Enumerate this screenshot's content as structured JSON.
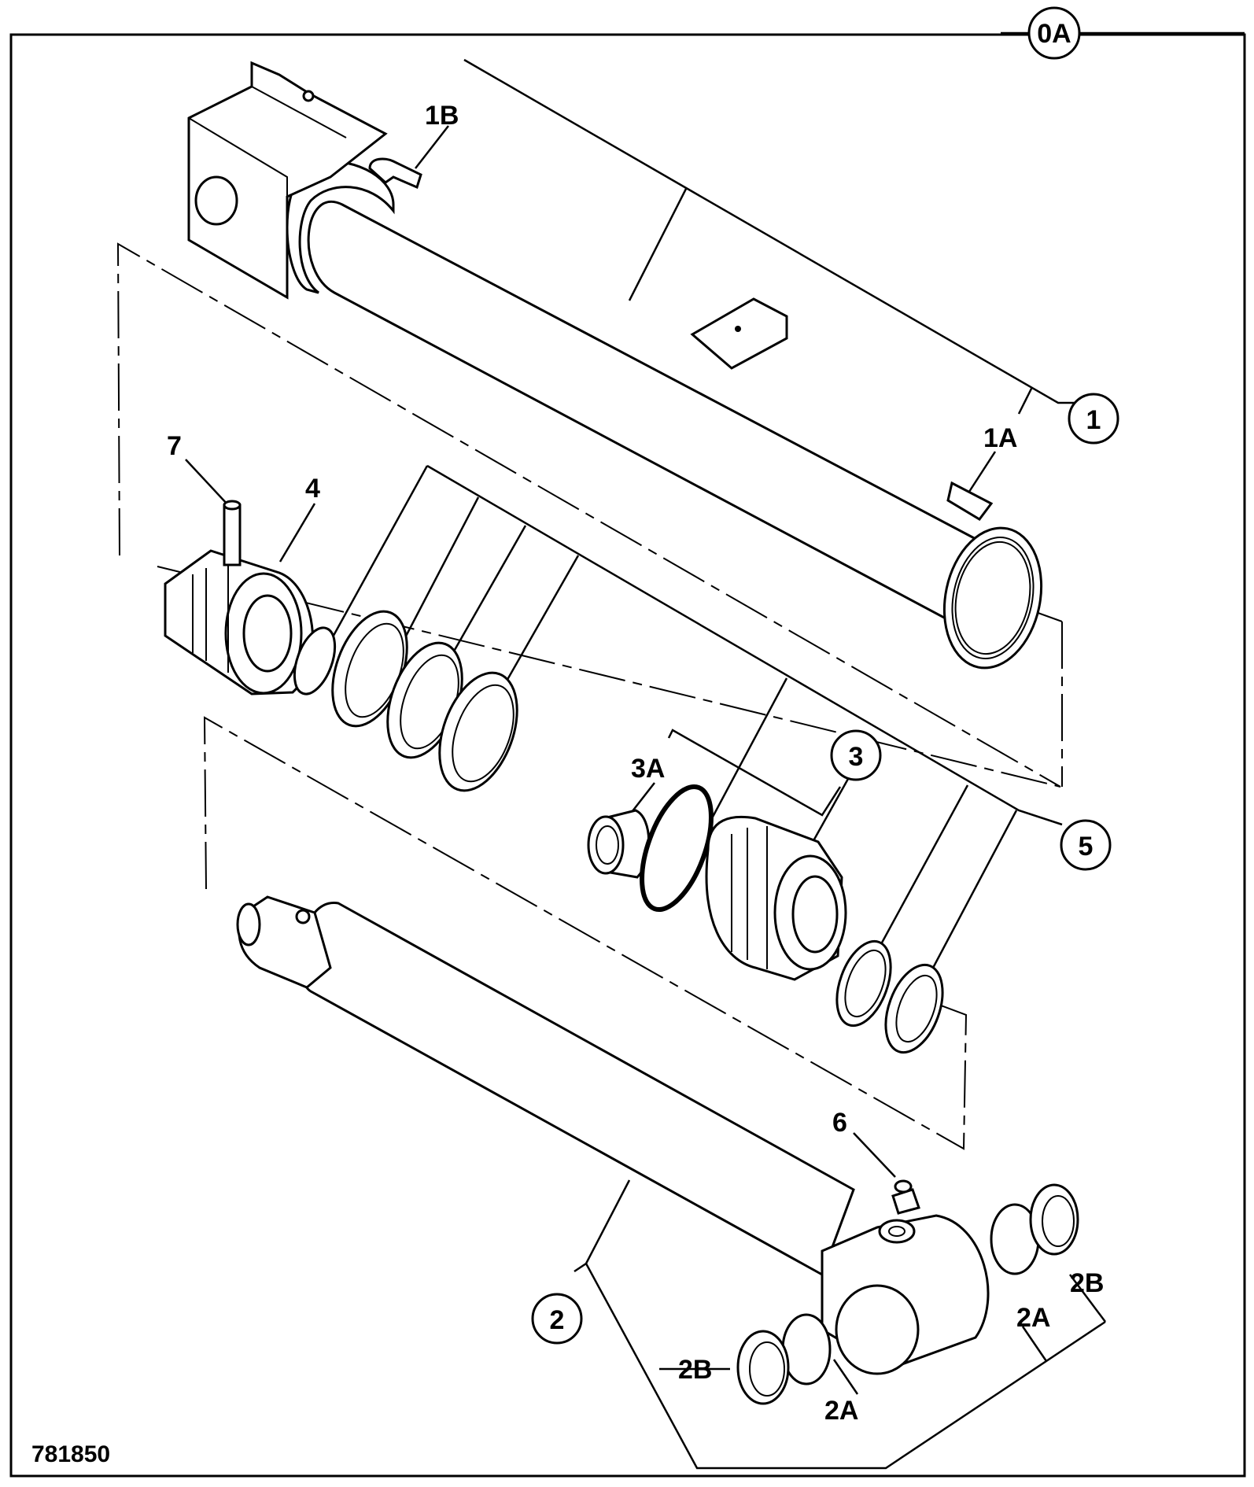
{
  "figure_number": "781850",
  "callouts": {
    "assembly": "0A",
    "cylinder_barrel": "1",
    "piston_rod": "2",
    "piston": "3",
    "seal_kit": "5"
  },
  "labels": {
    "barrel_bush": "1A",
    "barrel_grease_nipple": "1B",
    "rod_bush_upper": "2A",
    "rod_bush_lower": "2A",
    "rod_seal_upper": "2B",
    "rod_seal_lower": "2B",
    "piston_bearing": "3A",
    "end_cap": "4",
    "grease_nipple": "6",
    "pin": "7"
  }
}
